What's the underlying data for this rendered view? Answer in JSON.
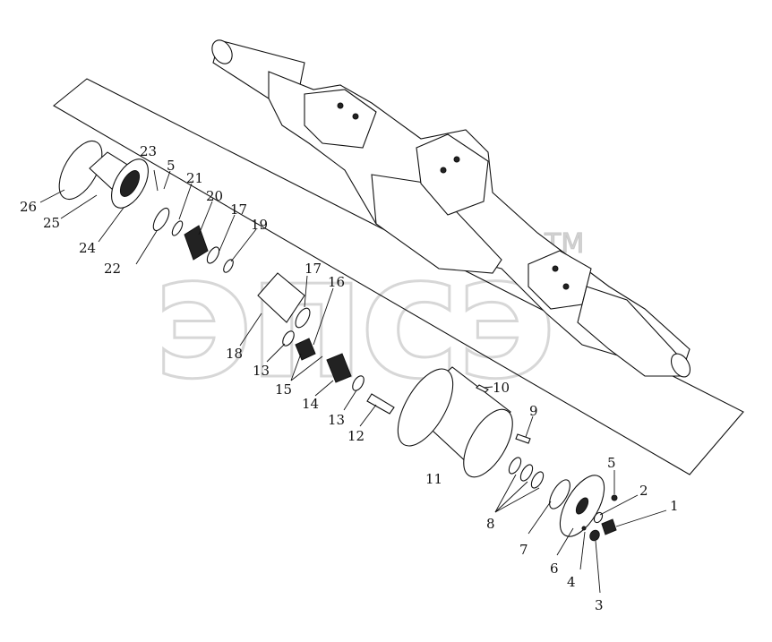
{
  "watermark": {
    "text": "эпсэ",
    "trademark": "TM"
  },
  "callouts": [
    "1",
    "2",
    "3",
    "4",
    "5",
    "6",
    "7",
    "8",
    "9",
    "10",
    "11",
    "12",
    "13",
    "14",
    "15",
    "16",
    "17",
    "18",
    "19",
    "20",
    "21",
    "22",
    "23",
    "24",
    "25",
    "26"
  ],
  "labels": {
    "c26": "26",
    "c25": "25",
    "c24": "24",
    "c23": "23",
    "c22": "22",
    "c21": "21",
    "c20": "20",
    "c19": "19",
    "c18": "18",
    "c17a": "17",
    "c17b": "17",
    "c16": "16",
    "c15": "15",
    "c14": "14",
    "c13a": "13",
    "c13b": "13",
    "c12": "12",
    "c11": "11",
    "c10": "10",
    "c9": "9",
    "c8": "8",
    "c7": "7",
    "c6": "6",
    "c5a": "5",
    "c5b": "5",
    "c4": "4",
    "c3": "3",
    "c2": "2",
    "c1": "1"
  }
}
